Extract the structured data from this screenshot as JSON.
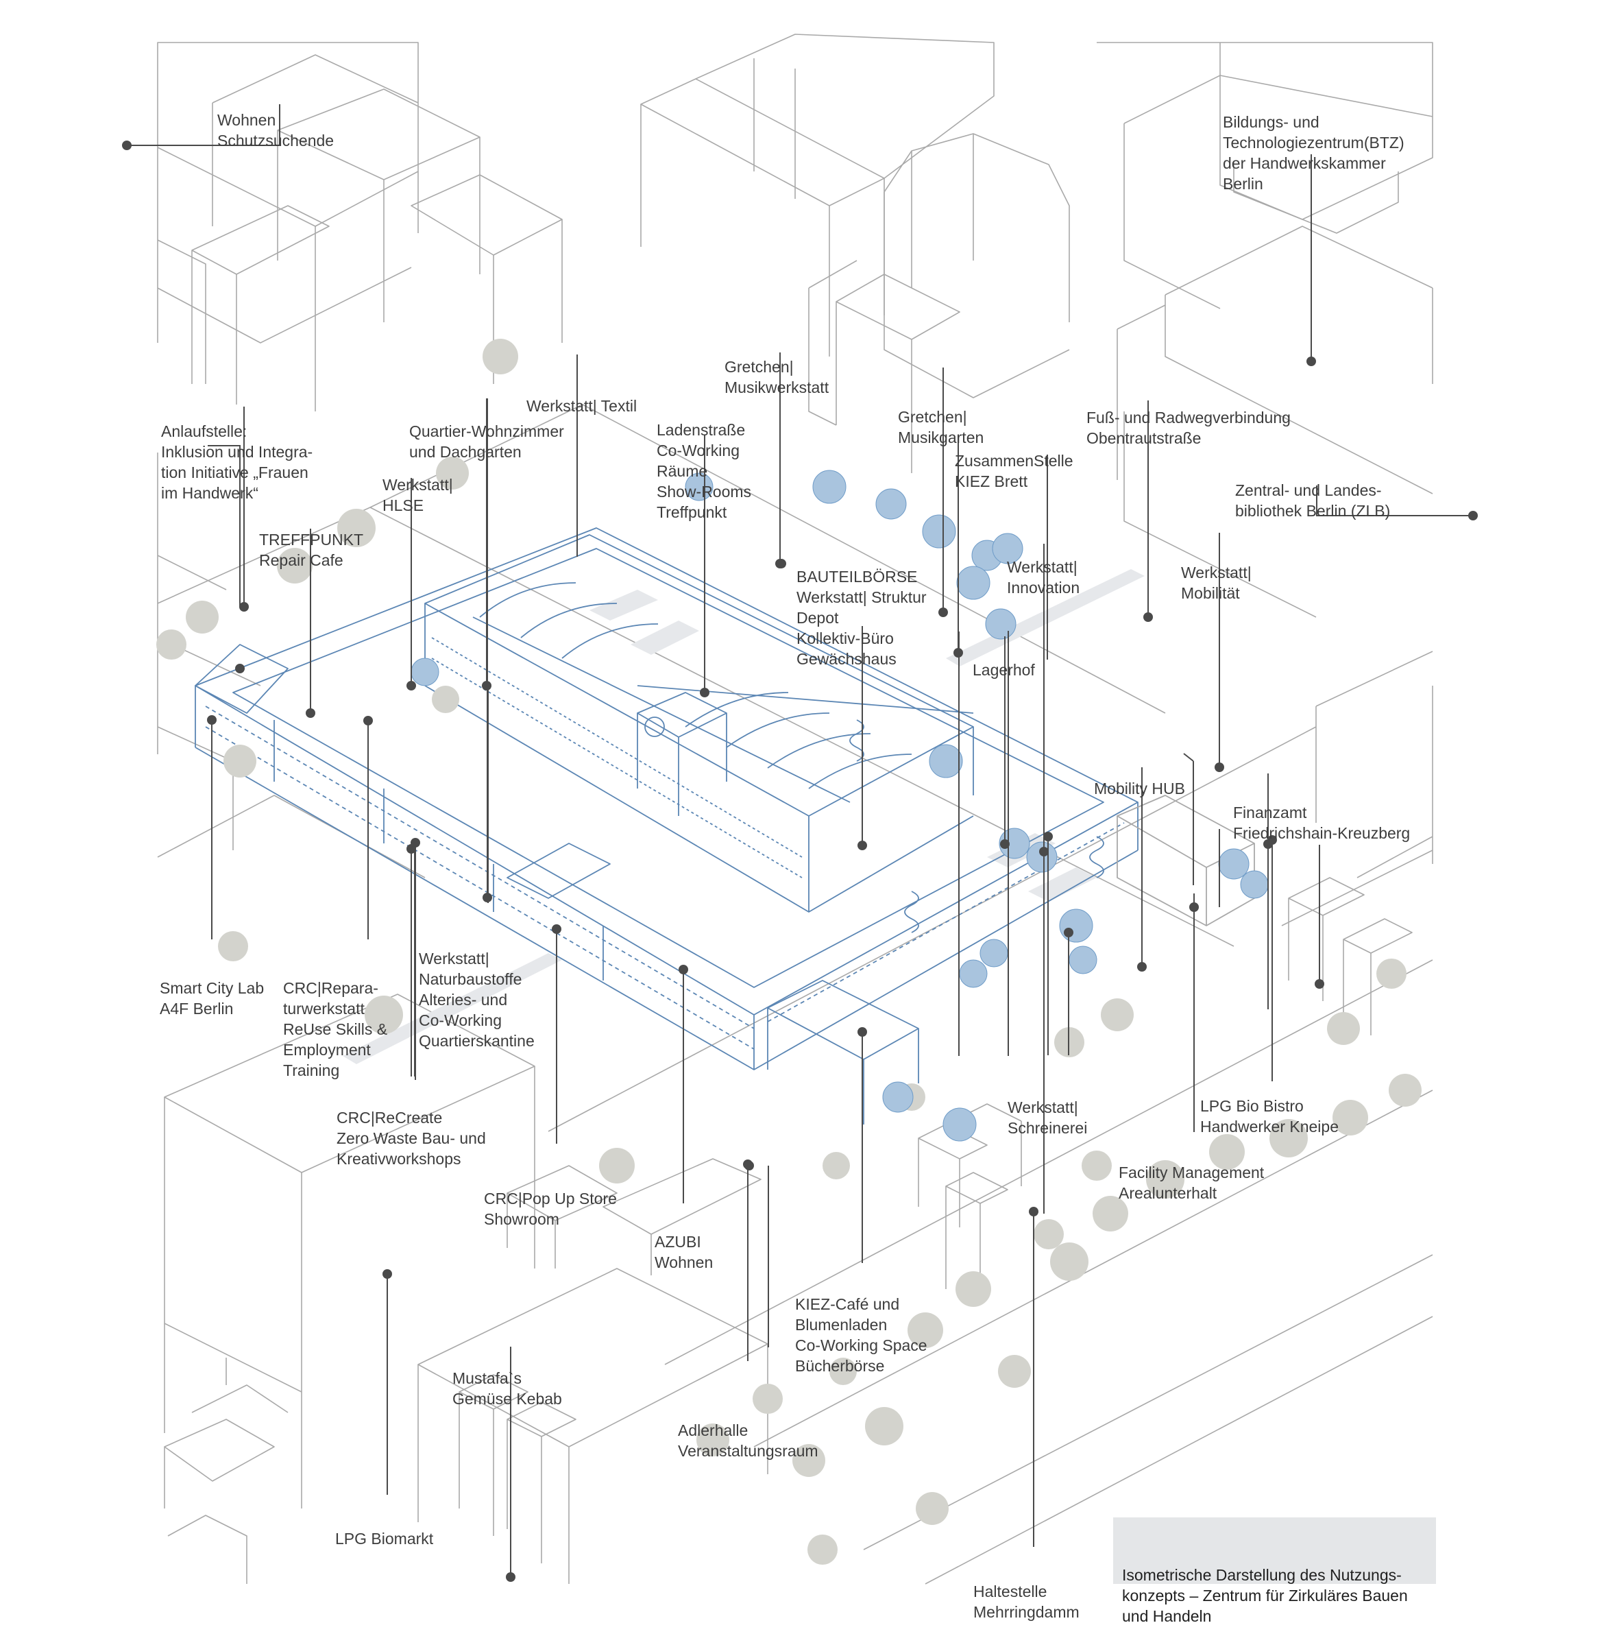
{
  "caption": {
    "lines": [
      "Isometrische Darstellung des Nutzungs-",
      "konzepts – Zentrum für Zirkuläres Bauen",
      "und Handeln"
    ],
    "background": "#e4e6e8"
  },
  "colors": {
    "context_lines": "#a9a9a9",
    "building_blue": "#5b86b4",
    "leader_lines": "#4a4a4a",
    "tree_grey": "#c8c8c2",
    "tree_blue": "#8fb3d6",
    "paving": "#e6e8eb"
  },
  "labels": [
    {
      "id": "wohnen",
      "lines": [
        "Wohnen",
        "Schutzsuchende"
      ]
    },
    {
      "id": "btz",
      "lines": [
        "Bildungs- und",
        "Technologiezentrum(BTZ)",
        "der Handwerkskammer",
        "Berlin"
      ]
    },
    {
      "id": "gretchen-musikwerkstatt",
      "lines": [
        "Gretchen|",
        "Musikwerkstatt"
      ]
    },
    {
      "id": "werkstatt-textil",
      "lines": [
        "Werkstatt| Textil"
      ]
    },
    {
      "id": "quartier-wohnzimmer",
      "lines": [
        "Quartier-Wohnzimmer",
        "und Dachgarten"
      ]
    },
    {
      "id": "ladenstrasse",
      "lines": [
        "Ladenstraße",
        "Co-Working",
        "Räume",
        "Show-Rooms",
        "Treffpunkt"
      ]
    },
    {
      "id": "gretchen-musikgarten",
      "lines": [
        "Gretchen|",
        "Musikgarten"
      ]
    },
    {
      "id": "fuss-radweg",
      "lines": [
        "Fuß- und Radwegverbindung",
        "Obentrautstraße"
      ]
    },
    {
      "id": "anlaufstelle",
      "lines": [
        "Anlaufstelle:",
        "Inklusion und Integra-",
        "tion Initiative „Frauen",
        "im Handwerk“"
      ]
    },
    {
      "id": "zusammenstelle",
      "lines": [
        "ZusammenStelle",
        "KIEZ Brett"
      ]
    },
    {
      "id": "werkstatt-hlse",
      "lines": [
        "Werkstatt|",
        "HLSE"
      ]
    },
    {
      "id": "zlb",
      "lines": [
        "Zentral- und Landes-",
        "bibliothek Berlin (ZLB)"
      ]
    },
    {
      "id": "treffpunkt",
      "lines": [
        "TREFFPUNKT",
        "Repair Cafe"
      ]
    },
    {
      "id": "bauteilboerse",
      "lines": [
        "BAUTEILBÖRSE",
        "Werkstatt| Struktur",
        "Depot",
        "Kollektiv-Büro",
        "Gewächshaus"
      ]
    },
    {
      "id": "werkstatt-innovation",
      "lines": [
        "Werkstatt|",
        "Innovation"
      ]
    },
    {
      "id": "werkstatt-mobilitaet",
      "lines": [
        "Werkstatt|",
        "Mobilität"
      ]
    },
    {
      "id": "lagerhof",
      "lines": [
        "Lagerhof"
      ]
    },
    {
      "id": "mobility-hub",
      "lines": [
        "Mobility HUB"
      ]
    },
    {
      "id": "finanzamt",
      "lines": [
        "Finanzamt",
        "Friedrichshain-Kreuzberg"
      ]
    },
    {
      "id": "smart-city-lab",
      "lines": [
        "Smart City Lab",
        "A4F Berlin"
      ]
    },
    {
      "id": "crc-reparatur",
      "lines": [
        "CRC|Repara-",
        "turwerkstatt",
        "ReUse Skills &",
        "Employment",
        "Training"
      ]
    },
    {
      "id": "werkstatt-naturbaustoffe",
      "lines": [
        "Werkstatt|",
        "Naturbaustoffe",
        "Alteries- und",
        "Co-Working",
        "Quartierskantine"
      ]
    },
    {
      "id": "werkstatt-schreinerei",
      "lines": [
        "Werkstatt|",
        "Schreinerei"
      ]
    },
    {
      "id": "lpg-bio-bistro",
      "lines": [
        "LPG Bio Bistro",
        "Handwerker Kneipe"
      ]
    },
    {
      "id": "crc-recreate",
      "lines": [
        "CRC|ReCreate",
        "Zero Waste Bau- und",
        "Kreativworkshops"
      ]
    },
    {
      "id": "facility-management",
      "lines": [
        "Facility Management",
        "Arealunterhalt"
      ]
    },
    {
      "id": "crc-popup",
      "lines": [
        "CRC|Pop Up Store",
        "Showroom"
      ]
    },
    {
      "id": "azubi",
      "lines": [
        "AZUBI",
        "Wohnen"
      ]
    },
    {
      "id": "kiez-cafe",
      "lines": [
        "KIEZ-Café und",
        "Blumenladen",
        "Co-Working Space",
        "Bücherbörse"
      ]
    },
    {
      "id": "mustafa",
      "lines": [
        "Mustafa`s",
        "Gemüse Kebab"
      ]
    },
    {
      "id": "adlerhalle",
      "lines": [
        "Adlerhalle",
        "Veranstaltungsraum"
      ]
    },
    {
      "id": "lpg-biomarkt",
      "lines": [
        "LPG Biomarkt"
      ]
    },
    {
      "id": "haltestelle",
      "lines": [
        "Haltestelle",
        "Mehrringdamm"
      ]
    }
  ]
}
